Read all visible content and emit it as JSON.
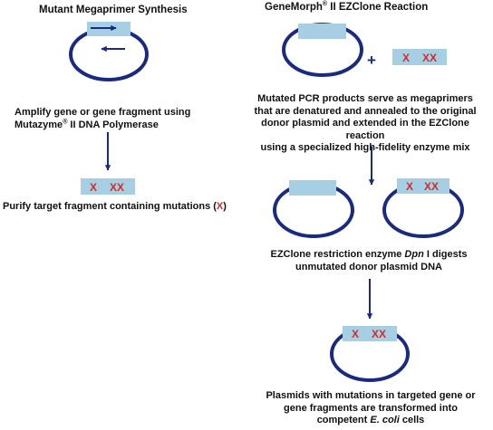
{
  "left": {
    "title": "Mutant Megaprimer Synthesis",
    "amplify_line1": "Amplify gene or gene fragment using",
    "amplify_line2_pre": "Mutazyme",
    "amplify_line2_reg": "®",
    "amplify_line2_post": " II DNA Polymerase",
    "purify_pre": "Purify target fragment containing mutations (",
    "purify_x": "X",
    "purify_post": ")"
  },
  "right": {
    "title_pre": "GeneMorph",
    "title_reg": "®",
    "title_post": " II EZClone Reaction",
    "plus": "+",
    "megaprimer_lines": [
      "Mutated PCR products serve as megaprimers",
      "that are denatured and annealed to the original",
      "donor plasmid and extended in the EZClone reaction",
      "using a specialized high-fidelity enzyme mix"
    ],
    "dpn_pre": "EZClone restriction enzyme ",
    "dpn_enzyme": "Dpn",
    "dpn_post": " I digests",
    "dpn_line2": "unmutated donor plasmid DNA",
    "final_lines": [
      "Plasmids with mutations in targeted gene or",
      "gene fragments are transformed into"
    ],
    "final_line3_pre": "competent ",
    "final_line3_species": "E. coli",
    "final_line3_post": " cells"
  },
  "mutation_marks": {
    "single": "X",
    "double": "XX"
  },
  "colors": {
    "plasmid": "#1a2a80",
    "gene_box": "#a6cfe4",
    "mutation": "#d42a2a",
    "arrow": "#1a2a80"
  }
}
